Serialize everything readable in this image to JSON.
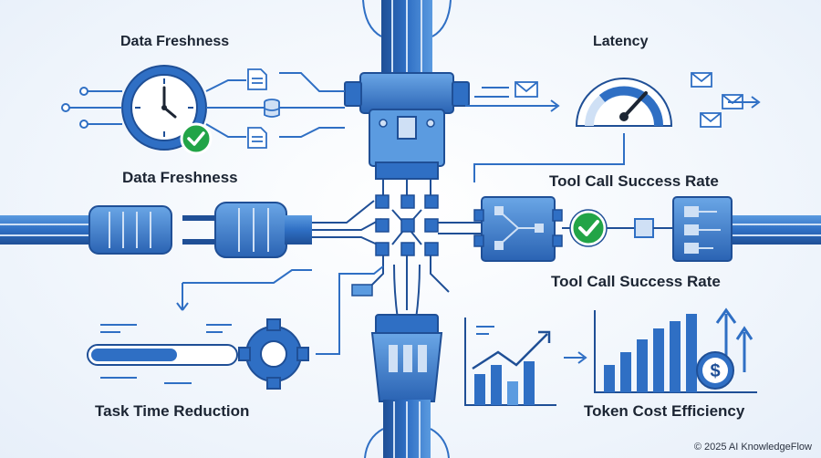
{
  "labels": {
    "data_freshness_top": "Data Freshness",
    "data_freshness_mid": "Data Freshness",
    "latency": "Latency",
    "tool_call_top": "Tool Call Success Rate",
    "tool_call_bottom": "Tool Call Success Rate",
    "task_time": "Task Time Reduction",
    "token_cost": "Token Cost Efficiency"
  },
  "copyright": "© 2025 AI KnowledgeFlow",
  "progress_fraction": 0.6,
  "colors": {
    "blue": "#2f6fc4",
    "dark_blue": "#1f4f96",
    "light_blue": "#5b9be0",
    "pale_blue": "#cfe0f5",
    "green": "#22a447",
    "text": "#1c2533"
  },
  "icons": [
    "clock-icon",
    "speedometer-icon",
    "checkmark-icon",
    "gear-icon",
    "dollar-coin-icon",
    "envelope-icon",
    "document-icon",
    "database-icon",
    "plug-icon",
    "connector-icon"
  ]
}
